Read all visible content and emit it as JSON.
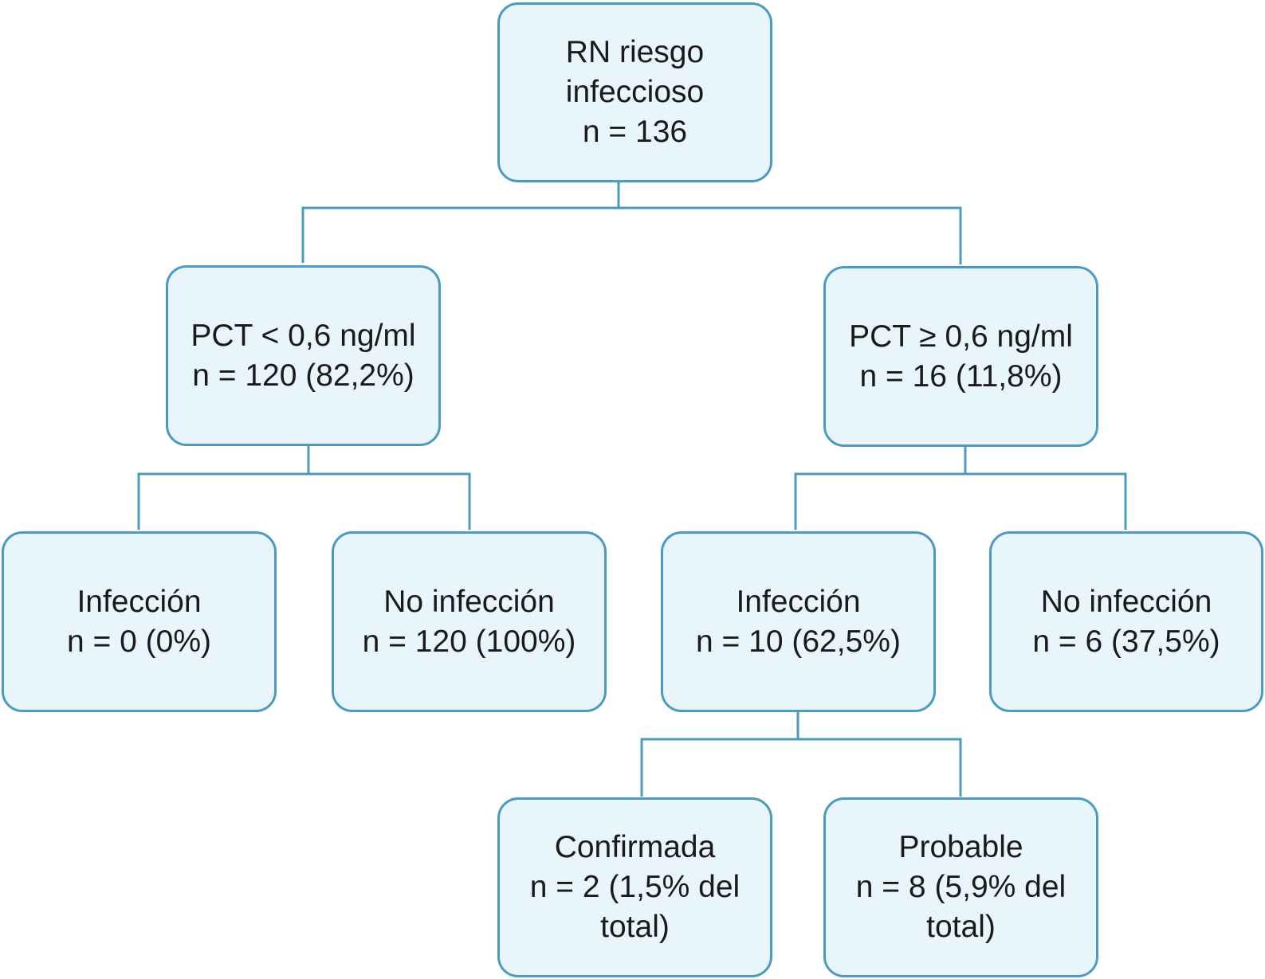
{
  "colors": {
    "box_border": "#4a9bbf",
    "box_fill": "#e8f6fc",
    "connector": "#4a9bbf",
    "text": "#1a1a1a"
  },
  "nodes": {
    "root": {
      "lines": [
        "RN riesgo",
        "infeccioso",
        "n = 136"
      ]
    },
    "pct_low": {
      "lines": [
        "PCT < 0,6 ng/ml",
        "n = 120 (82,2%)"
      ]
    },
    "pct_high": {
      "lines": [
        "PCT ≥ 0,6 ng/ml",
        "n = 16 (11,8%)"
      ]
    },
    "low_infection": {
      "lines": [
        "Infección",
        "n = 0 (0%)"
      ]
    },
    "low_no_infection": {
      "lines": [
        "No infección",
        "n = 120 (100%)"
      ]
    },
    "high_infection": {
      "lines": [
        "Infección",
        "n = 10 (62,5%)"
      ]
    },
    "high_no_infection": {
      "lines": [
        "No infección",
        "n = 6 (37,5%)"
      ]
    },
    "confirmed": {
      "lines": [
        "Confirmada",
        "n = 2 (1,5% del",
        "total)"
      ]
    },
    "probable": {
      "lines": [
        "Probable",
        "n = 8 (5,9% del",
        "total)"
      ]
    }
  },
  "edges": [
    {
      "from": "root",
      "to": "pct_low"
    },
    {
      "from": "root",
      "to": "pct_high"
    },
    {
      "from": "pct_low",
      "to": "low_infection"
    },
    {
      "from": "pct_low",
      "to": "low_no_infection"
    },
    {
      "from": "pct_high",
      "to": "high_infection"
    },
    {
      "from": "pct_high",
      "to": "high_no_infection"
    },
    {
      "from": "high_infection",
      "to": "confirmed"
    },
    {
      "from": "high_infection",
      "to": "probable"
    }
  ]
}
